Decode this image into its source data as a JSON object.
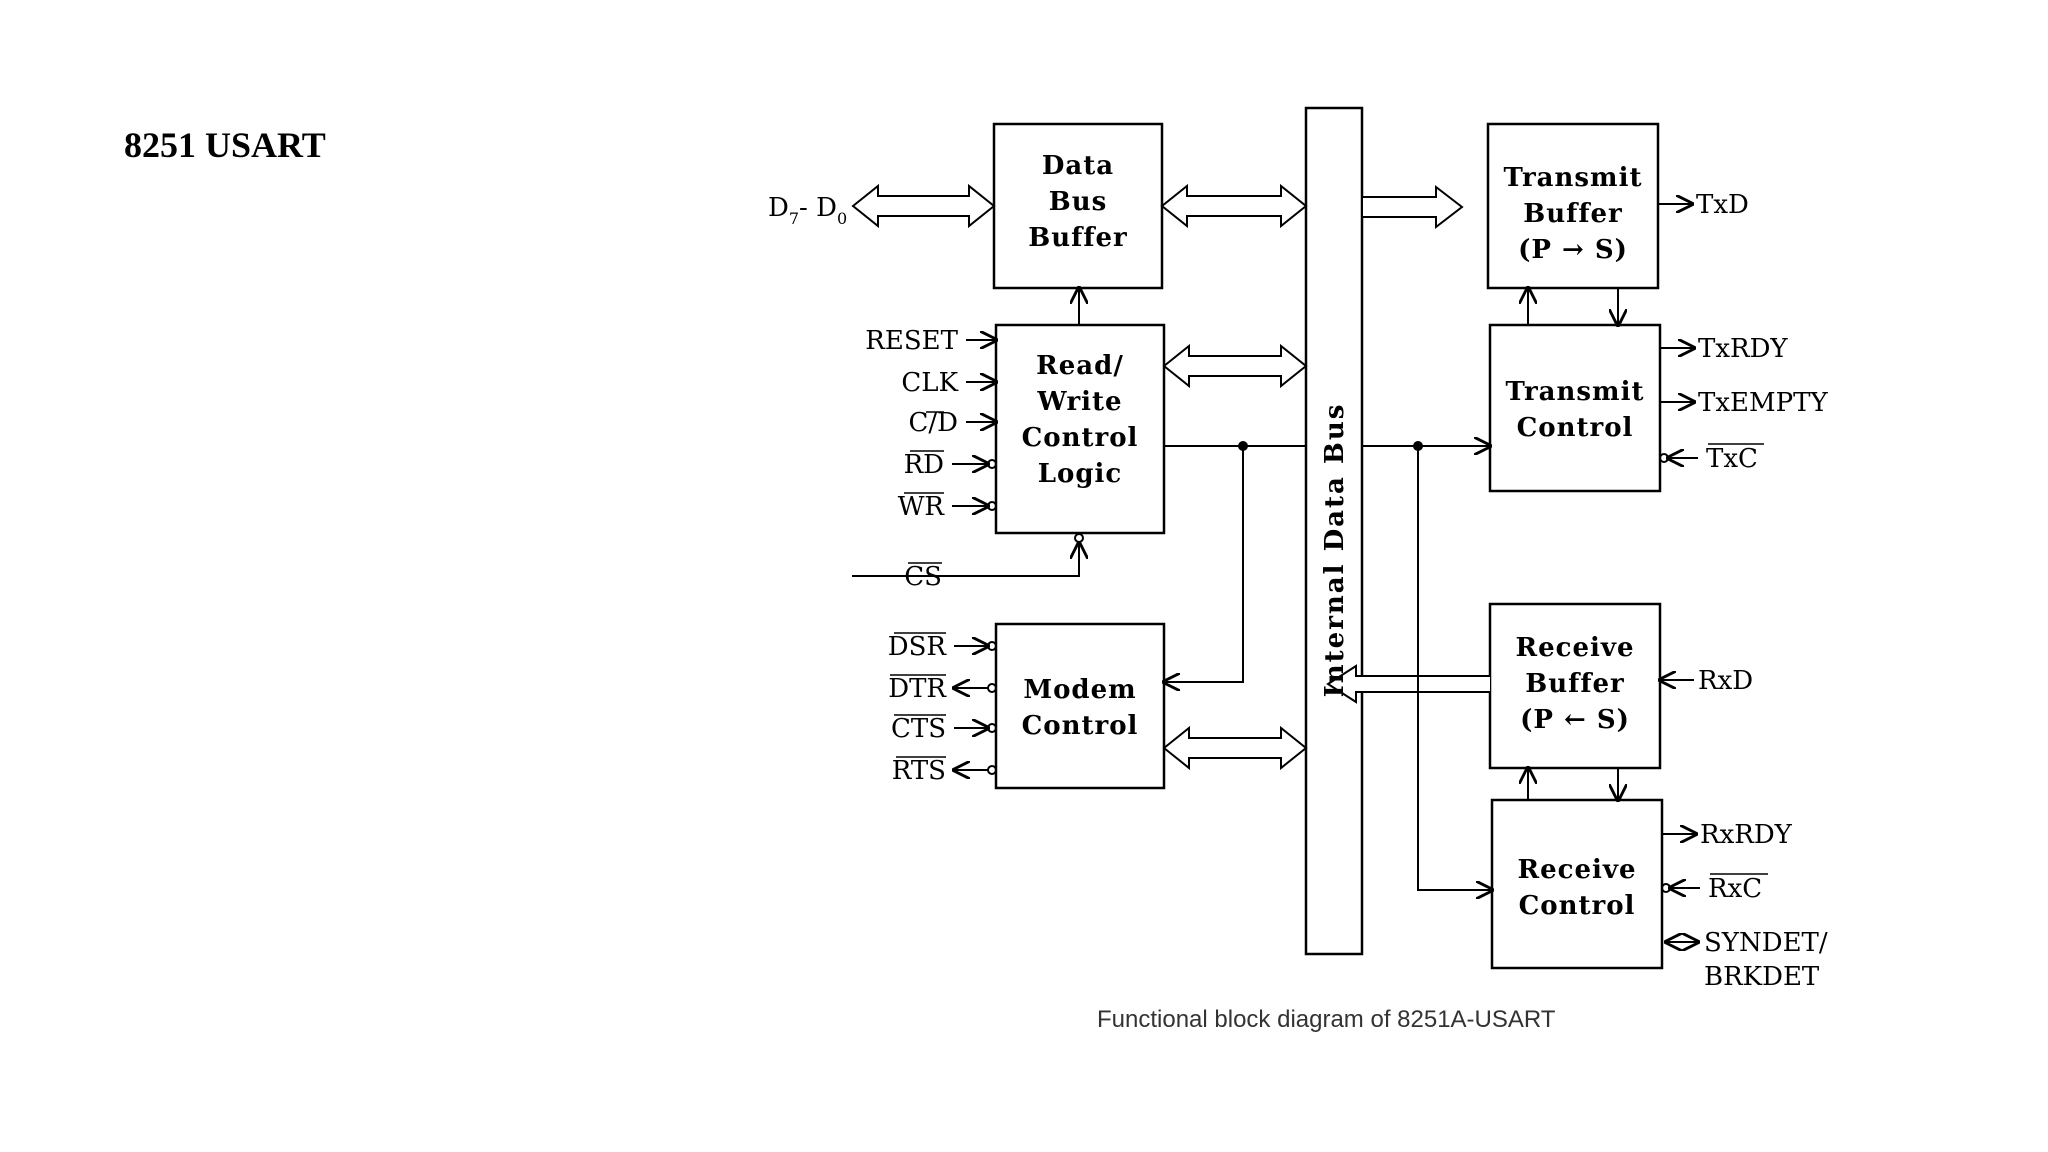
{
  "title": "8251 USART",
  "caption": "Functional block diagram of 8251A-USART",
  "diagram": {
    "blocks": {
      "data_bus_buffer": [
        "Data",
        "Bus",
        "Buffer"
      ],
      "rw_control": [
        "Read/",
        "Write",
        "Control",
        "Logic"
      ],
      "modem_control": [
        "Modem",
        "Control"
      ],
      "transmit_buffer": [
        "Transmit",
        "Buffer",
        "(P → S)"
      ],
      "transmit_control": [
        "Transmit",
        "Control"
      ],
      "receive_buffer": [
        "Receive",
        "Buffer",
        "(P ← S)"
      ],
      "receive_control": [
        "Receive",
        "Control"
      ]
    },
    "internal_bus_label": "Internal Data Bus",
    "data_pins_label": "D",
    "data_pins_sub1": "7",
    "data_pins_mid": "- D",
    "data_pins_sub2": "0",
    "rw_inputs": [
      "RESET",
      "CLK",
      "C/D",
      "RD",
      "WR"
    ],
    "cs_label": "CS",
    "modem_pins": [
      "DSR",
      "DTR",
      "CTS",
      "RTS"
    ],
    "tx_pins": {
      "txd": "TxD",
      "txrdy": "TxRDY",
      "txempty": "TxEMPTY",
      "txc": "TxC"
    },
    "rx_pins": {
      "rxd": "RxD",
      "rxrdy": "RxRDY",
      "rxc": "RxC",
      "syndet": "SYNDET/",
      "brkdet": "BRKDET"
    }
  }
}
